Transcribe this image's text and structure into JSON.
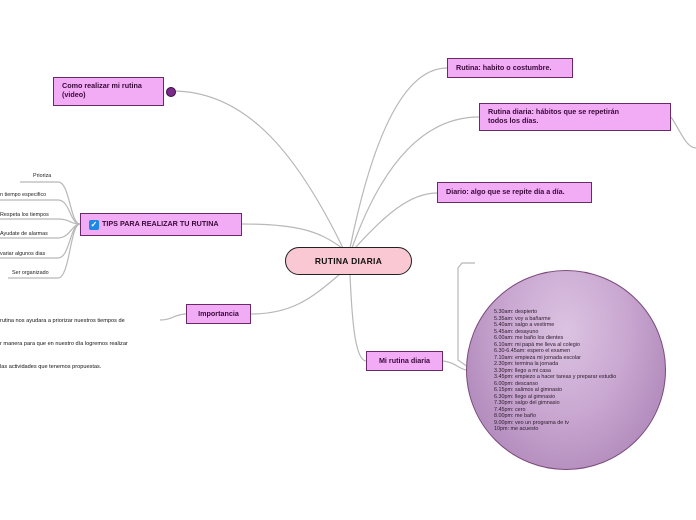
{
  "central": {
    "title": "RUTINA DIARIA"
  },
  "nodes": {
    "video": {
      "label_line1": "Como realizar mi rutina",
      "label_line2": "(video)"
    },
    "tips": {
      "label": "TIPS PARA REALIZAR TU RUTINA"
    },
    "importancia": {
      "label": "Importancia"
    },
    "habito": {
      "label": "Rutina: habito o costumbre."
    },
    "rutina_diaria": {
      "label_line1": "Rutina diaria: hábitos que se repetirán",
      "label_line2": "todos los días."
    },
    "diario": {
      "label": "Diario: algo que se repite día a día."
    },
    "mi_rutina": {
      "label": "Mi rutina diaria"
    }
  },
  "tips_leaves": [
    "Prioriza",
    "n tiempo especifico",
    "Respeta los tiempos",
    "Ayudate de alarmas",
    "variar algunos dias",
    "Ser organizado"
  ],
  "importancia_note": {
    "line1": "rutina nos ayudara a priorizar nuestros tiempos de",
    "line2": "r manera para que en nuestro día logremos realizar",
    "line3": "las actividades que tenemos propuestas."
  },
  "schedule": [
    "5.30am: despierto",
    "5.35am: voy a bañarme",
    "5.40am: salgo a vestirme",
    "5.45am: desayuno",
    "6.00am: me baño los dientes",
    "6.10am: mi papá me lleva al colegio",
    "6.30-6.45am: espero el examen",
    "7.10am: empieza mi jornada escolar",
    "2.30pm: termina la jornada",
    "3.30pm: llego a mi casa",
    "3.45pm: empiezo a hacer tareas y preparar estudio",
    "6.00pm: descanso",
    "6.15pm: salimos al gimnasio",
    "6.30pm: llego al gimnasio",
    "7.30pm: salgo del gimnasio",
    "7.45pm: cero",
    "8.00pm: me baño",
    "9.00pm: veo un programa de tv",
    "10pm: me acuesto"
  ],
  "colors": {
    "node_fill": "#f2acf5",
    "central_fill": "#fac8d2",
    "connector": "#b8b8b8",
    "check_icon": "#1e88e5"
  },
  "icons": {
    "video": "video-link-icon",
    "tips": "checkbox-icon"
  }
}
